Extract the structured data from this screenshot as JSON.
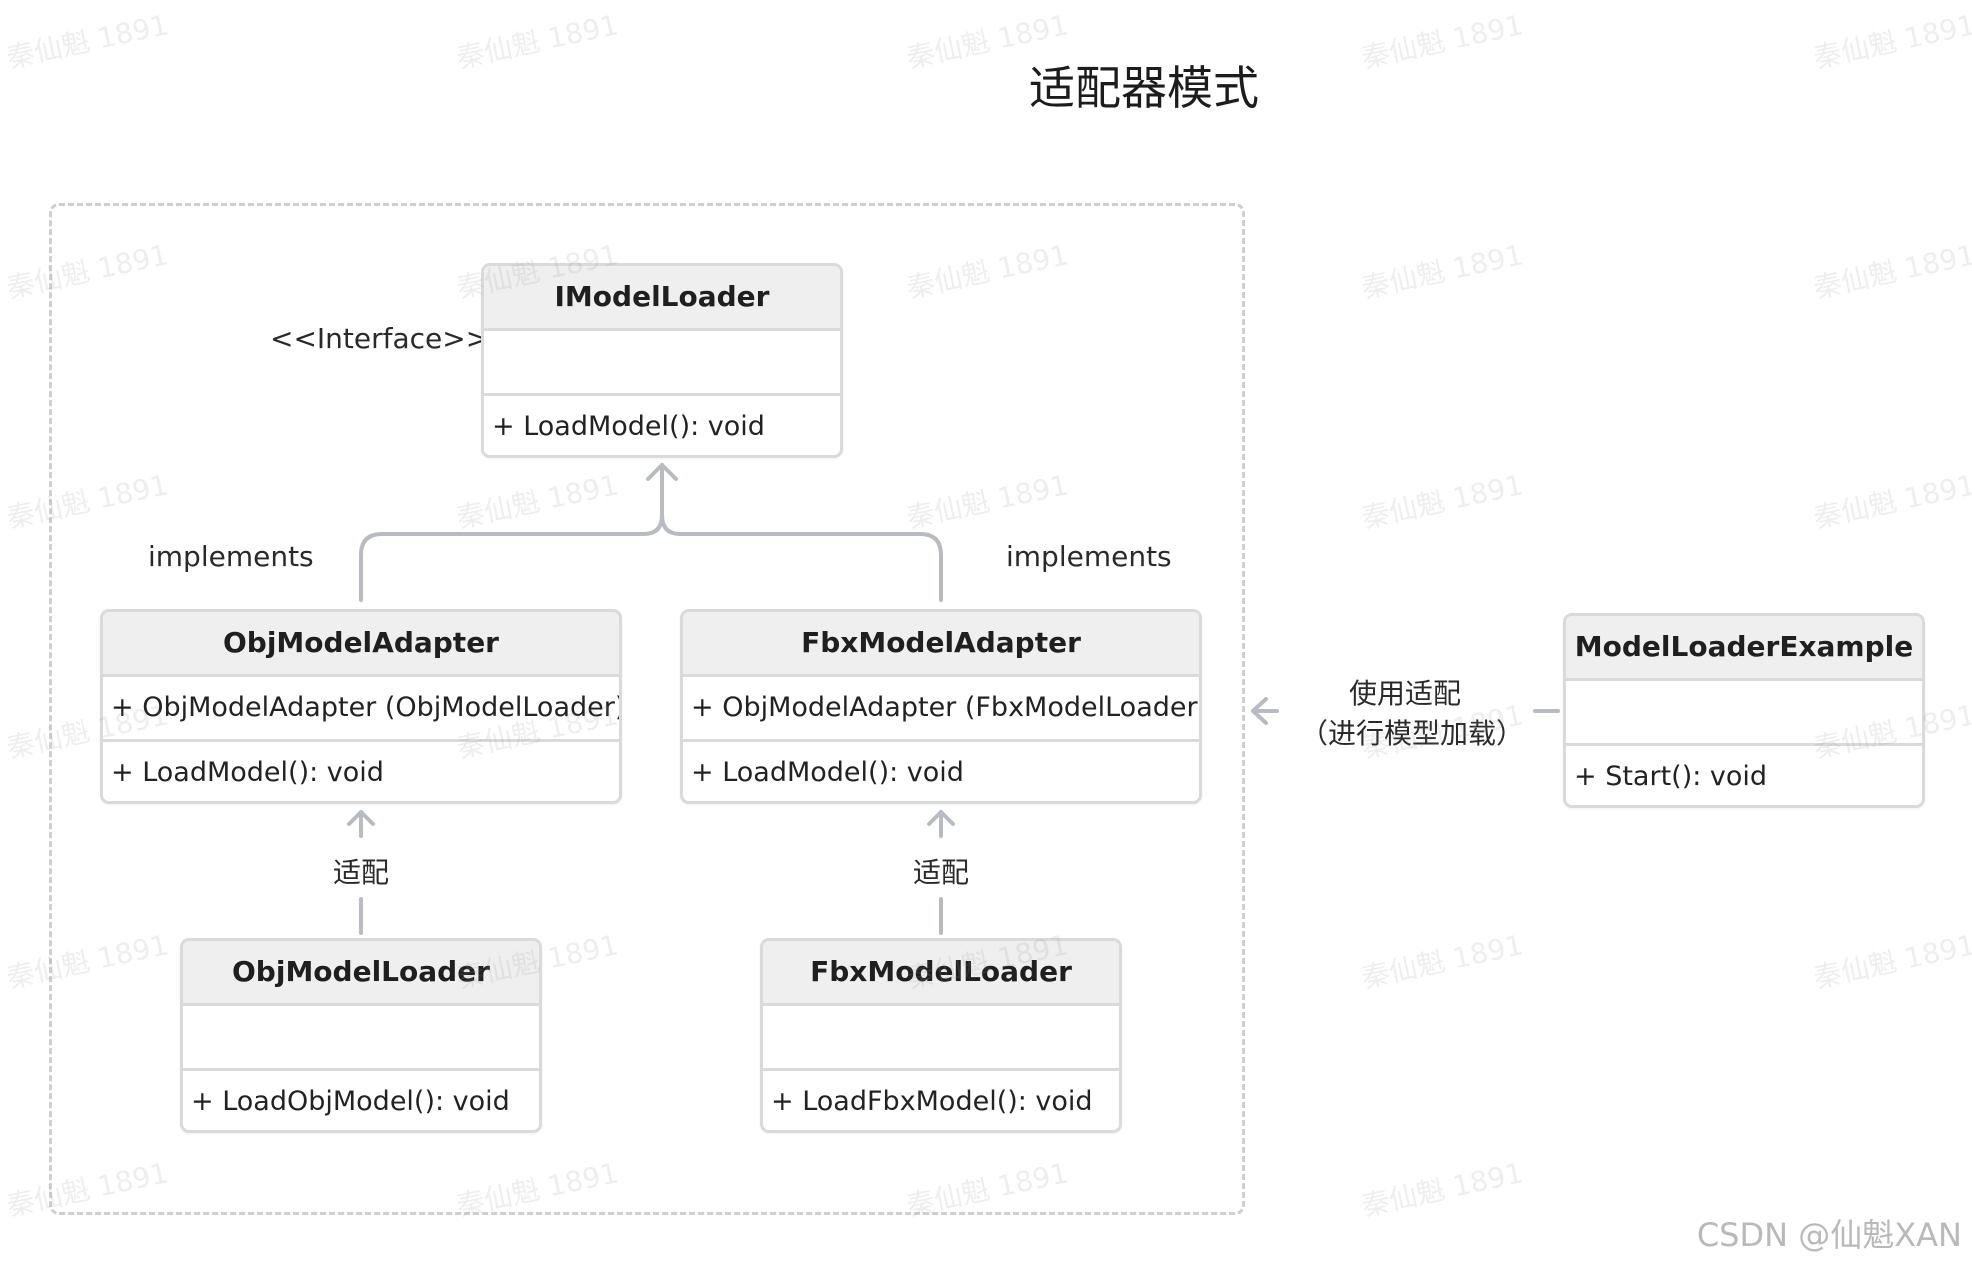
{
  "title": "适配器模式",
  "stereotype": "<<Interface>>",
  "classes": {
    "imodelloader": {
      "name": "IModelLoader",
      "attributes": "",
      "operations": "+ LoadModel(): void"
    },
    "objmodeladapter": {
      "name": "ObjModelAdapter",
      "attributes": "+ ObjModelAdapter (ObjModelLoader)",
      "operations": "+ LoadModel(): void"
    },
    "fbxmodeladapter": {
      "name": "FbxModelAdapter",
      "attributes": "+ ObjModelAdapter (FbxModelLoader)",
      "operations": "+ LoadModel(): void"
    },
    "objmodelloader": {
      "name": "ObjModelLoader",
      "attributes": "",
      "operations": "+ LoadObjModel(): void"
    },
    "fbxmodelloader": {
      "name": "FbxModelLoader",
      "attributes": "",
      "operations": "+ LoadFbxModel(): void"
    },
    "modelloaderexample": {
      "name": "ModelLoaderExample",
      "attributes": "",
      "operations": "+ Start(): void"
    }
  },
  "relations": {
    "implements_left": "implements",
    "implements_right": "implements",
    "adapt_left": "适配",
    "adapt_right": "适配",
    "use_line1": "使用适配",
    "use_line2": "（进行模型加载）"
  },
  "watermark_text": "秦仙魁 1891",
  "credit": "CSDN @仙魁XAN",
  "colors": {
    "line": "#b8bcc2",
    "box_border": "#dadada",
    "header_fill": "#efefef",
    "frame_border": "#cfcfcf"
  }
}
